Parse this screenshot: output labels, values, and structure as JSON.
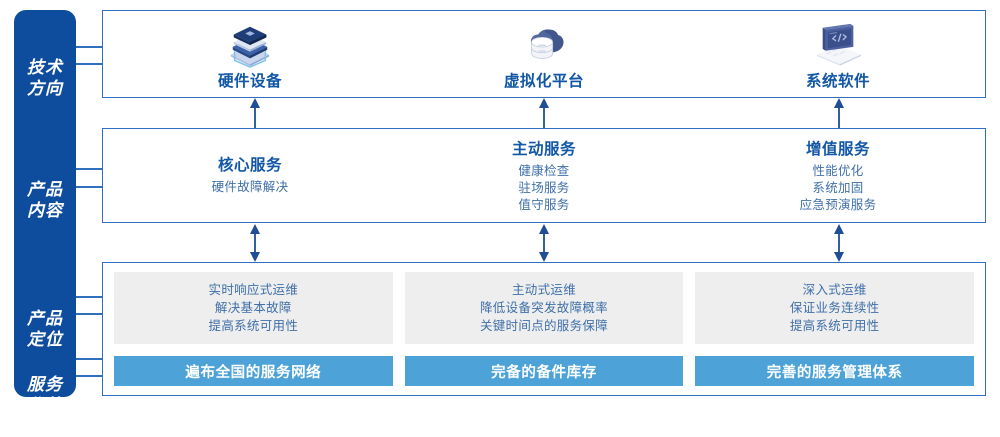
{
  "rail": {
    "items": [
      {
        "id": "tech-direction",
        "line1": "技术",
        "line2": "方向"
      },
      {
        "id": "product-content",
        "line1": "产品",
        "line2": "内容"
      },
      {
        "id": "product-position",
        "line1": "产品",
        "line2": "定位"
      },
      {
        "id": "service-advantage",
        "line1": "服务",
        "line2": "优势"
      }
    ]
  },
  "tech_row": {
    "cells": [
      {
        "icon": "server-stack-icon",
        "label": "硬件设备"
      },
      {
        "icon": "cloud-database-icon",
        "label": "虚拟化平台"
      },
      {
        "icon": "laptop-code-icon",
        "label": "系统软件"
      }
    ]
  },
  "content_row": {
    "cells": [
      {
        "title": "核心服务",
        "items": [
          "硬件故障解决"
        ]
      },
      {
        "title": "主动服务",
        "items": [
          "健康检查",
          "驻场服务",
          "值守服务"
        ]
      },
      {
        "title": "增值服务",
        "items": [
          "性能优化",
          "系统加固",
          "应急预演服务"
        ]
      }
    ]
  },
  "bottom_row": {
    "cells": [
      {
        "positioning": [
          "实时响应式运维",
          "解决基本故障",
          "提高系统可用性"
        ],
        "advantage": "遍布全国的服务网络"
      },
      {
        "positioning": [
          "主动式运维",
          "降低设备突发故障概率",
          "关键时间点的服务保障"
        ],
        "advantage": "完备的备件库存"
      },
      {
        "positioning": [
          "深入式运维",
          "保证业务连续性",
          "提高系统可用性"
        ],
        "advantage": "完善的服务管理体系"
      }
    ]
  },
  "colors": {
    "rail_bg": "#0e4d9d",
    "panel_border": "#2f6fbd",
    "title_blue": "#1257a5",
    "body_blue": "#3f6fa8",
    "grey_box": "#eeeeee",
    "banner_blue": "#4da3d8",
    "arrow_navy": "#1f4e96"
  }
}
